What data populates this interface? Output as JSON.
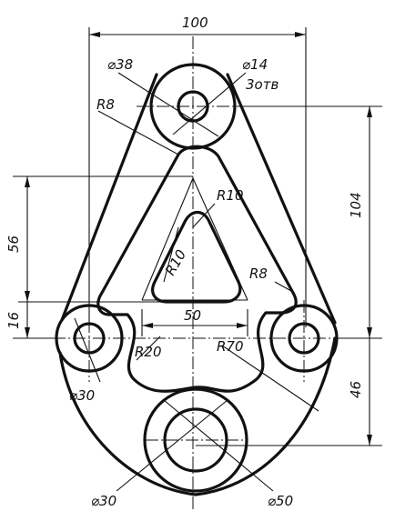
{
  "dimensions": {
    "width_overall": "100",
    "top_boss_diameter": "⌀38",
    "hole_diameter": "⌀14",
    "hole_count": "3отв",
    "fillet_top": "R8",
    "fillet_inner_top": "R10",
    "fillet_inner_left": "R10",
    "fillet_right": "R8",
    "vertical_56": "56",
    "vertical_104": "104",
    "vertical_16": "16",
    "horizontal_50": "50",
    "fillet_bottom_left": "R20",
    "arc_radius": "R70",
    "left_boss_diameter": "⌀30",
    "vertical_46": "46",
    "bottom_hole_diameter": "⌀30",
    "bottom_boss_diameter": "⌀50"
  }
}
